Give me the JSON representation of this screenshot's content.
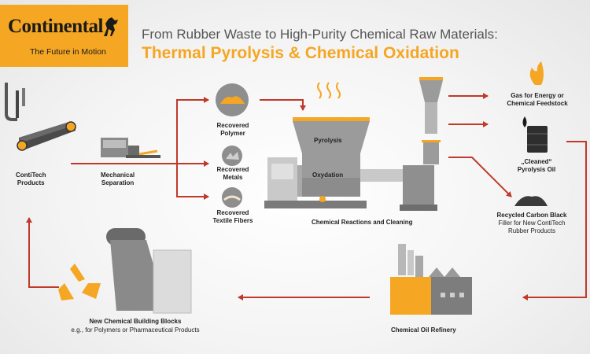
{
  "header": {
    "logo_text": "Continental",
    "logo_tagline": "The Future in Motion",
    "title_line1": "From Rubber Waste to High-Purity Chemical Raw Materials:",
    "title_line2": "Thermal Pyrolysis & Chemical Oxidation"
  },
  "steps": {
    "contitech": "ContiTech\nProducts",
    "mechanical": "Mechanical\nSeparation",
    "recovered_polymer": "Recovered\nPolymer",
    "recovered_metals": "Recovered\nMetals",
    "recovered_textile": "Recovered\nTextile Fibers",
    "reactions": "Chemical Reactions and Cleaning",
    "pyrolysis": "Pyrolysis",
    "oxydation": "Oxydation",
    "gas": "Gas for Energy or\nChemical Feedstock",
    "oil": "„Cleaned“\nPyrolysis Oil",
    "carbon_black_title": "Recycled Carbon Black",
    "carbon_black_sub": "Filler for New ContiTech\nRubber Products",
    "refinery": "Chemical Oil Refinery",
    "building_blocks_title": "New Chemical Building Blocks",
    "building_blocks_sub": "e.g., for Polymers or Pharmaceutical Products"
  },
  "colors": {
    "accent": "#f5a623",
    "arrow": "#c0392b",
    "dark": "#5a5a5a"
  }
}
